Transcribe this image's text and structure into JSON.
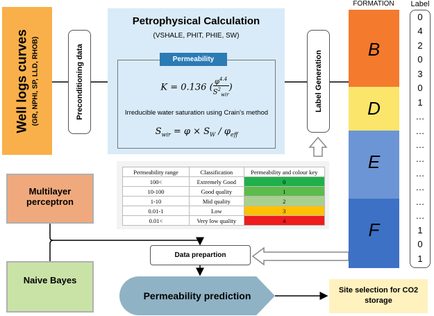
{
  "well_logs": {
    "title": "Well logs curves",
    "subtitle": "(GR, NPHI, SP, LLD, RHOB)"
  },
  "preconditioning": {
    "label": "Preconditioning data"
  },
  "petrophysical": {
    "title": "Petrophysical Calculation",
    "subtitle": "(VSHALE, PHIT, PHIE, SW)",
    "permeability_header": "Permeability",
    "equation_k": "K = 0.136 (φ⁴·⁴ / S²wir)",
    "irreducible_text": "Irreducible water saturation using Crain's method",
    "equation_swir": "Swir = φ × Sw / φeff"
  },
  "label_generation": {
    "label": "Label Generation"
  },
  "formation": {
    "header": "FORMATION",
    "zones": [
      {
        "name": "B",
        "color": "#f47a2e"
      },
      {
        "name": "D",
        "color": "#fbe56b"
      },
      {
        "name": "E",
        "color": "#6c95d5"
      },
      {
        "name": "F",
        "color": "#3d71c5"
      }
    ]
  },
  "label_column": {
    "header": "Label",
    "values": [
      "0",
      "4",
      "2",
      "0",
      "3",
      "0",
      "1",
      "…",
      "…",
      "…",
      "…",
      "…",
      "…",
      "…",
      "…",
      "1",
      "0",
      "1"
    ]
  },
  "permeability_table": {
    "headers": [
      "Permeability range",
      "Classification",
      "Permeability and colour key"
    ],
    "rows": [
      {
        "range": "100<",
        "classification": "Extremely Good",
        "key": "0",
        "color": "#20b04b"
      },
      {
        "range": "10-100",
        "classification": "Good quality",
        "key": "1",
        "color": "#5dbb4c"
      },
      {
        "range": "1-10",
        "classification": "Mid quality",
        "key": "2",
        "color": "#a8d08d"
      },
      {
        "range": "0.01-1",
        "classification": "Low",
        "key": "3",
        "color": "#ffc000"
      },
      {
        "range": "0.01<",
        "classification": "Very low quality",
        "key": "4",
        "color": "#ee1c1c"
      }
    ]
  },
  "models": {
    "mlp": "Multilayer perceptron",
    "naive_bayes": "Naive Bayes"
  },
  "data_preparation": {
    "label": "Data prepartion"
  },
  "prediction": {
    "label": "Permeability prediction"
  },
  "site_selection": {
    "label": "Site selection for CO2 storage"
  }
}
